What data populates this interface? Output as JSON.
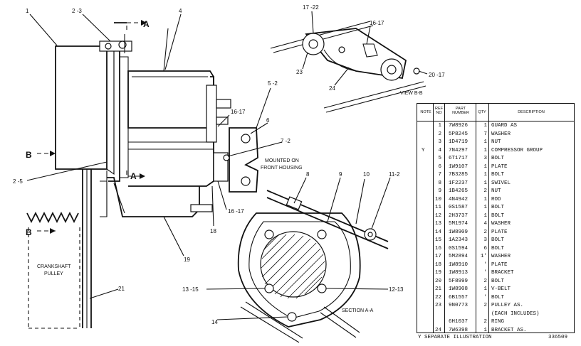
{
  "callouts": {
    "c1": "1",
    "c2_3": "2 -3",
    "c4": "4",
    "c2_5": "2 -5",
    "c5_2": "5 -2",
    "c6": "6",
    "c7_2": "7 -2",
    "c16_17a": "16-17",
    "c16_17b": "16 -17",
    "c18": "18",
    "c19": "19",
    "c8": "8",
    "c9": "9",
    "c10": "10",
    "c11_2": "11-2",
    "c13_15": "13 -15",
    "c12_13": "12-13",
    "c14": "14",
    "c21": "21",
    "c17_22": "17 -22",
    "c16_17c": "16-17",
    "c23": "23",
    "c24": "24",
    "c20_17": "20 -17"
  },
  "section_markers": {
    "a_top": "A",
    "a_bottom": "A",
    "b_top": "B",
    "b_bottom": "B"
  },
  "notes": {
    "mounted_line1": "MOUNTED ON",
    "mounted_line2": "FRONT HOUSING",
    "crankshaft_line1": "CRANKSHAFT",
    "crankshaft_line2": "PULLEY",
    "section_aa": "SECTION A-A",
    "view_bb": "VIEW B-B"
  },
  "parts_table": {
    "headers": {
      "note": "NOTE",
      "ref_no": "REF NO",
      "part_number": "PART NUMBER",
      "qty": "QTY",
      "description": "DESCRIPTION"
    },
    "rows": [
      {
        "note": "",
        "ref": "1",
        "part": "7W8926",
        "qty": "1",
        "desc": "GUARD AS"
      },
      {
        "note": "",
        "ref": "2",
        "part": "5P8245",
        "qty": "7",
        "desc": "WASHER"
      },
      {
        "note": "",
        "ref": "3",
        "part": "1D4719",
        "qty": "1",
        "desc": "NUT"
      },
      {
        "note": "Y",
        "ref": "4",
        "part": "7N4297",
        "qty": "1",
        "desc": "COMPRESSOR GROUP"
      },
      {
        "note": "",
        "ref": "5",
        "part": "6T1717",
        "qty": "3",
        "desc": "BOLT"
      },
      {
        "note": "",
        "ref": "6",
        "part": "1W9107",
        "qty": "1",
        "desc": "PLATE"
      },
      {
        "note": "",
        "ref": "7",
        "part": "7B3285",
        "qty": "1",
        "desc": "BOLT"
      },
      {
        "note": "",
        "ref": "8",
        "part": "1F2237",
        "qty": "1",
        "desc": "SWIVEL"
      },
      {
        "note": "",
        "ref": "9",
        "part": "1B4265",
        "qty": "2",
        "desc": "NUT"
      },
      {
        "note": "",
        "ref": "10",
        "part": "4N4942",
        "qty": "1",
        "desc": "ROD"
      },
      {
        "note": "",
        "ref": "11",
        "part": "0S1587",
        "qty": "1",
        "desc": "BOLT"
      },
      {
        "note": "",
        "ref": "12",
        "part": "2H3737",
        "qty": "1",
        "desc": "BOLT"
      },
      {
        "note": "",
        "ref": "13",
        "part": "5M1974",
        "qty": "4",
        "desc": "WASHER"
      },
      {
        "note": "",
        "ref": "14",
        "part": "1W8909",
        "qty": "2",
        "desc": "PLATE"
      },
      {
        "note": "",
        "ref": "15",
        "part": "1A2343",
        "qty": "3",
        "desc": "BOLT"
      },
      {
        "note": "",
        "ref": "16",
        "part": "0S1594",
        "qty": "6",
        "desc": "BOLT"
      },
      {
        "note": "",
        "ref": "17",
        "part": "5M2894",
        "qty": "1'",
        "desc": "WASHER"
      },
      {
        "note": "",
        "ref": "18",
        "part": "1W8910",
        "qty": "'",
        "desc": "PLATE"
      },
      {
        "note": "",
        "ref": "19",
        "part": "1W8913",
        "qty": "'",
        "desc": "BRACKET"
      },
      {
        "note": "",
        "ref": "20",
        "part": "5F8999",
        "qty": "2",
        "desc": "BOLT"
      },
      {
        "note": "",
        "ref": "21",
        "part": "1W8908",
        "qty": "1",
        "desc": "V-BELT"
      },
      {
        "note": "",
        "ref": "22",
        "part": "6B1557",
        "qty": "'",
        "desc": "BOLT"
      },
      {
        "note": "",
        "ref": "23",
        "part": "9N0773",
        "qty": "2",
        "desc": "PULLEY AS."
      },
      {
        "note": "",
        "ref": "",
        "part": "",
        "qty": "",
        "desc": "(EACH INCLUDES)"
      },
      {
        "note": "",
        "ref": "",
        "part": "6H1037",
        "qty": "2",
        "desc": "RING"
      },
      {
        "note": "",
        "ref": "24",
        "part": "7W6398",
        "qty": "1",
        "desc": "BRACKET AS."
      }
    ]
  },
  "footer": {
    "legend": "Y   SEPARATE ILLUSTRATION",
    "illustration_no": "336509"
  }
}
